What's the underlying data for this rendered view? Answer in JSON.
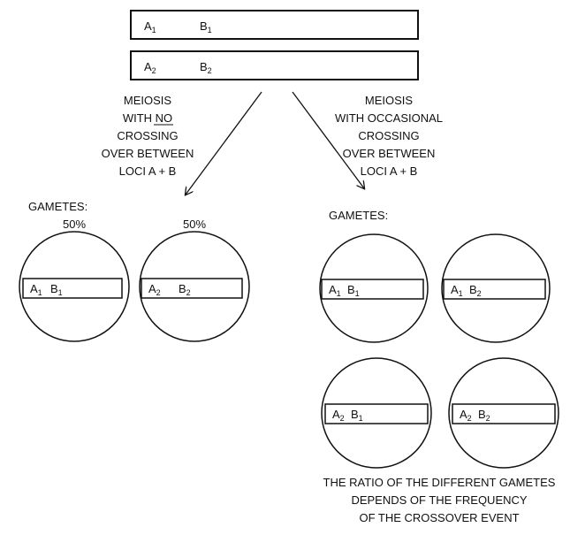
{
  "chromosomes": {
    "top": {
      "locus1": {
        "letter": "A",
        "sub": "1"
      },
      "locus2": {
        "letter": "B",
        "sub": "1"
      }
    },
    "bottom": {
      "locus1": {
        "letter": "A",
        "sub": "2"
      },
      "locus2": {
        "letter": "B",
        "sub": "2"
      }
    }
  },
  "left_branch": {
    "text": [
      "MEIOSIS",
      "WITH NO",
      "CROSSING",
      "OVER BETWEEN",
      "LOCI A + B"
    ],
    "underlined_word": "NO",
    "gametes_label": "GAMETES:",
    "gametes": [
      {
        "percent": "50%",
        "locus1": {
          "letter": "A",
          "sub": "1"
        },
        "locus2": {
          "letter": "B",
          "sub": "1"
        }
      },
      {
        "percent": "50%",
        "locus1": {
          "letter": "A",
          "sub": "2"
        },
        "locus2": {
          "letter": "B",
          "sub": "2"
        }
      }
    ]
  },
  "right_branch": {
    "text": [
      "MEIOSIS",
      "WITH OCCASIONAL",
      "CROSSING",
      "OVER BETWEEN",
      "LOCI A + B"
    ],
    "gametes_label": "GAMETES:",
    "gametes": [
      {
        "locus1": {
          "letter": "A",
          "sub": "1"
        },
        "locus2": {
          "letter": "B",
          "sub": "1"
        }
      },
      {
        "locus1": {
          "letter": "A",
          "sub": "1"
        },
        "locus2": {
          "letter": "B",
          "sub": "2"
        }
      },
      {
        "locus1": {
          "letter": "A",
          "sub": "2"
        },
        "locus2": {
          "letter": "B",
          "sub": "1"
        }
      },
      {
        "locus1": {
          "letter": "A",
          "sub": "2"
        },
        "locus2": {
          "letter": "B",
          "sub": "2"
        }
      }
    ],
    "caption": [
      "THE RATIO OF THE DIFFERENT GAMETES",
      "DEPENDS OF THE FREQUENCY",
      "OF THE CROSSOVER EVENT"
    ]
  }
}
